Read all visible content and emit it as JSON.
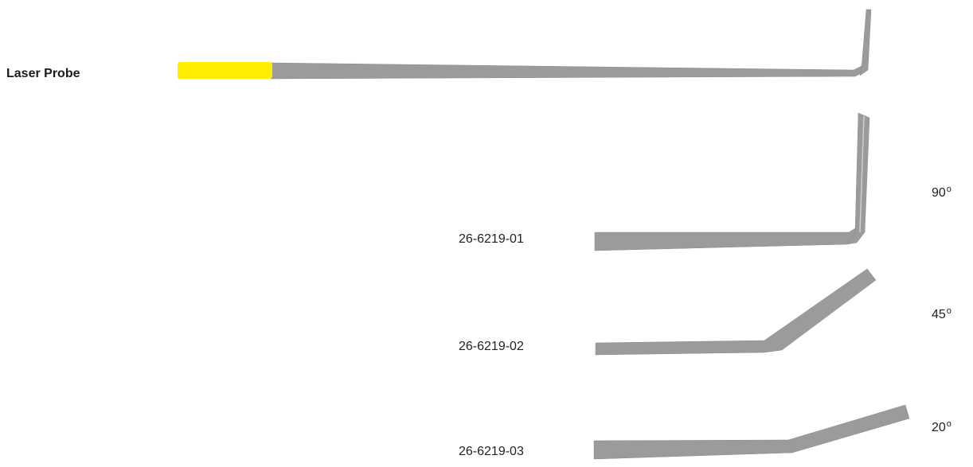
{
  "title": "Laser Probe",
  "colors": {
    "probe_gray": "#9b9b9b",
    "probe_edge": "#7d7d7d",
    "handle_yellow": "#ffee00"
  },
  "variants": [
    {
      "code": "26-6219-01",
      "angle": "90",
      "degree_mark": "o"
    },
    {
      "code": "26-6219-02",
      "angle": "45",
      "degree_mark": "o"
    },
    {
      "code": "26-6219-03",
      "angle": "20",
      "degree_mark": "o"
    }
  ]
}
